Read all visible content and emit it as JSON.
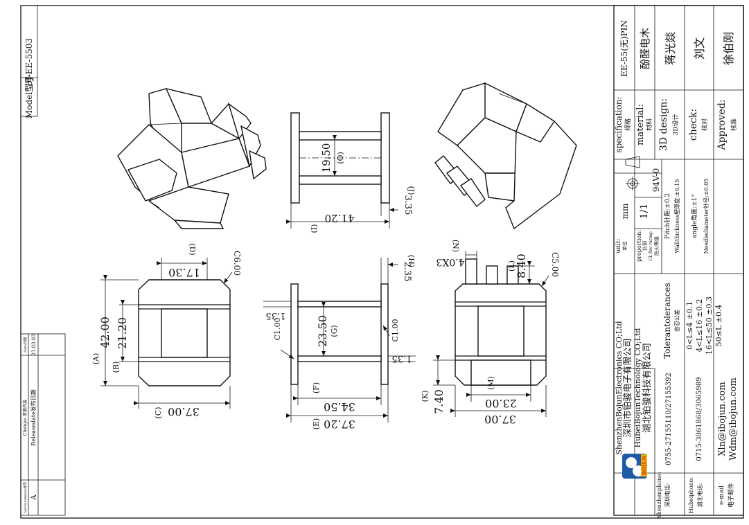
{
  "model_label": "Model型号",
  "model_value": "BJ-EE-5503",
  "change_table": {
    "head_serial": "Serialnumber序号",
    "head_changes": "Changes 变更内容",
    "head_date": "Date日期",
    "row_serial": "A",
    "row_changes": "Releasedate发布日期",
    "row_date": "23.03.03"
  },
  "dims": {
    "A": "(A)",
    "A_val": "42.00",
    "B": "(B)",
    "B_val": "21.20",
    "C": "(C)",
    "C_val": "37.00",
    "D": "(D)",
    "D_val": "17.30",
    "chamfer_left": "C6.00",
    "E": "(E)",
    "E_val": "37.20",
    "F": "(F)",
    "F_val": "34.50",
    "G": "(G)",
    "G_val": "23.50",
    "H": "(H)",
    "H_val": "2.35",
    "top_135": "1.35",
    "bot_135": "1.35",
    "c100_l": "C1.00",
    "c100_r": "C1.00",
    "I": "(I)",
    "I_val": "41.20",
    "O": "(O)",
    "O_val": "19.50",
    "J": "(J)",
    "J_val": "3.35",
    "K": "(K)",
    "K_val": "7.40",
    "M": "(M)",
    "M_val": "23.00",
    "bottom_37": "37.00",
    "L": "(L)",
    "L_val": "8.40",
    "N": "(N)",
    "N_val": "4.0X3",
    "chamfer_right": "C5.00"
  },
  "title_block": {
    "specification_label": "specification:",
    "specification_cn": "规格",
    "specification_value": "EE-55(无)PIN",
    "material_label": "material:",
    "material_cn": "材料",
    "material_value": "酚醛电木",
    "design_label": "3D design:",
    "design_cn": "3D设计",
    "design_value": "蒋光燚",
    "check_label": "check:",
    "check_cn": "核对",
    "check_value": "刘文",
    "approved_label": "Approved:",
    "approved_cn": "核准",
    "approved_value": "徐伯刚",
    "unit_label": "unit:",
    "unit_cn": "单位",
    "unit_value": "mm",
    "proportion_label": "proportion:",
    "proportion_cn": "比例",
    "proportion_value": "1/1",
    "fire_label": "UL fire rating:",
    "fire_cn": "防火等级",
    "fire_value": "94V-0",
    "tol_title": "Tolerantolerances",
    "tol_cn": "容忍公差",
    "tol_rows": [
      "0<L≤4    ±0.1",
      "4<L≤16   ±0.2",
      "16<L≤50  ±0.3",
      "50≤L     ±0.4"
    ],
    "pitch": "Pitch针距:±0.2",
    "wall": "Wallthickness壁厚度:±0.15",
    "angle": "angle角度:±1°",
    "needle": "Needlediameter针径:±0.05",
    "company_en1": "ShenzhenBojunElectronics CO;Ltd",
    "company_cn1": "深圳市铂骏电子有限公司",
    "company_en2": "HubeiBojunTechnology CO;Ltd",
    "company_cn2": "湖北铂骏科技有限公司",
    "logo_text": "BOJUN",
    "sz_phone_label": "Shenzhenphone:",
    "sz_phone_cn": "深圳电话:",
    "sz_phone_value": "0755-27155110/27155392",
    "hb_phone_label": "Hubeiphone:",
    "hb_phone_cn": "湖北电话:",
    "hb_phone_value": "0715-3061868/3065989",
    "email_label": "e-mail",
    "email_cn": "电子邮件",
    "email_1": "Xln@ibojun.com",
    "email_2": "Wdm@ibojun.com"
  }
}
